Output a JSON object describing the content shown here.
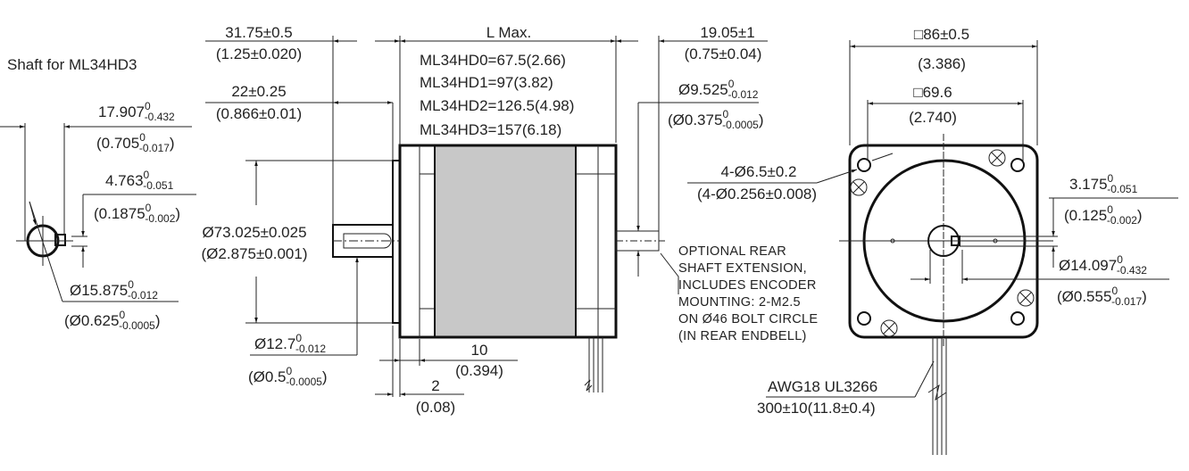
{
  "title": "Shaft for ML34HD3",
  "colors": {
    "line": "#222222",
    "body_fill": "#c8c8c8"
  },
  "dims": {
    "front_shaft_len": {
      "mm": "31.75±0.5",
      "in": "(1.25±0.020)"
    },
    "l_max": {
      "label": "L Max.",
      "models": [
        "ML34HD0=67.5(2.66)",
        "ML34HD1=97(3.82)",
        "ML34HD2=126.5(4.98)",
        "ML34HD3=157(6.18)"
      ]
    },
    "rear_shaft_len": {
      "mm": "19.05±1",
      "in": "(0.75±0.04)"
    },
    "square_86": {
      "mm": "□86±0.5",
      "in": "(3.386)"
    },
    "square_69": {
      "mm": "□69.6",
      "in": "(2.740)"
    },
    "key_len": {
      "mm": "22±0.25",
      "in": "(0.866±0.01)"
    },
    "flat_17": {
      "mm": "17.907",
      "mm_up": "0",
      "mm_lo": "-0.432",
      "in": "(0.705",
      "in_up": "0",
      "in_lo": "-0.017",
      "in_end": ")"
    },
    "rear_dia": {
      "mm": "Ø9.525",
      "mm_up": "0",
      "mm_lo": "-0.012",
      "in": "(Ø0.375",
      "in_up": "0",
      "in_lo": "-0.0005",
      "in_end": ")"
    },
    "key_w": {
      "mm": "4.763",
      "mm_up": "0",
      "mm_lo": "-0.051",
      "in": "(0.1875",
      "in_up": "0",
      "in_lo": "-0.002",
      "in_end": ")"
    },
    "holes": {
      "mm": "4-Ø6.5±0.2",
      "in": "(4-Ø0.256±0.008)"
    },
    "key_w_front": {
      "mm": "3.175",
      "mm_up": "0",
      "mm_lo": "-0.051",
      "in": "(0.125",
      "in_up": "0",
      "in_lo": "-0.002",
      "in_end": ")"
    },
    "pilot": {
      "mm": "Ø73.025±0.025",
      "in": "(Ø2.875±0.001)"
    },
    "flat_14": {
      "mm": "Ø14.097",
      "mm_up": "0",
      "mm_lo": "-0.432",
      "in": "(Ø0.555",
      "in_up": "0",
      "in_lo": "-0.017",
      "in_end": ")"
    },
    "shaft_dia": {
      "mm": "Ø15.875",
      "mm_up": "0",
      "mm_lo": "-0.012",
      "in": "(Ø0.625",
      "in_up": "0",
      "in_lo": "-0.0005",
      "in_end": ")"
    },
    "shaft_12": {
      "mm": "Ø12.7",
      "mm_up": "0",
      "mm_lo": "-0.012",
      "in": "(Ø0.5",
      "in_up": "0",
      "in_lo": "-0.0005",
      "in_end": ")"
    },
    "flange": {
      "mm": "10",
      "in": "(0.394)"
    },
    "pilot_h": {
      "mm": "2",
      "in": "(0.08)"
    },
    "wire": {
      "type": "AWG18 UL3266",
      "len": "300±10(11.8±0.4)"
    }
  },
  "note": [
    "OPTIONAL REAR",
    "SHAFT EXTENSION,",
    "INCLUDES ENCODER",
    "MOUNTING: 2-M2.5",
    "ON Ø46 BOLT CIRCLE",
    "(IN REAR ENDBELL)"
  ]
}
